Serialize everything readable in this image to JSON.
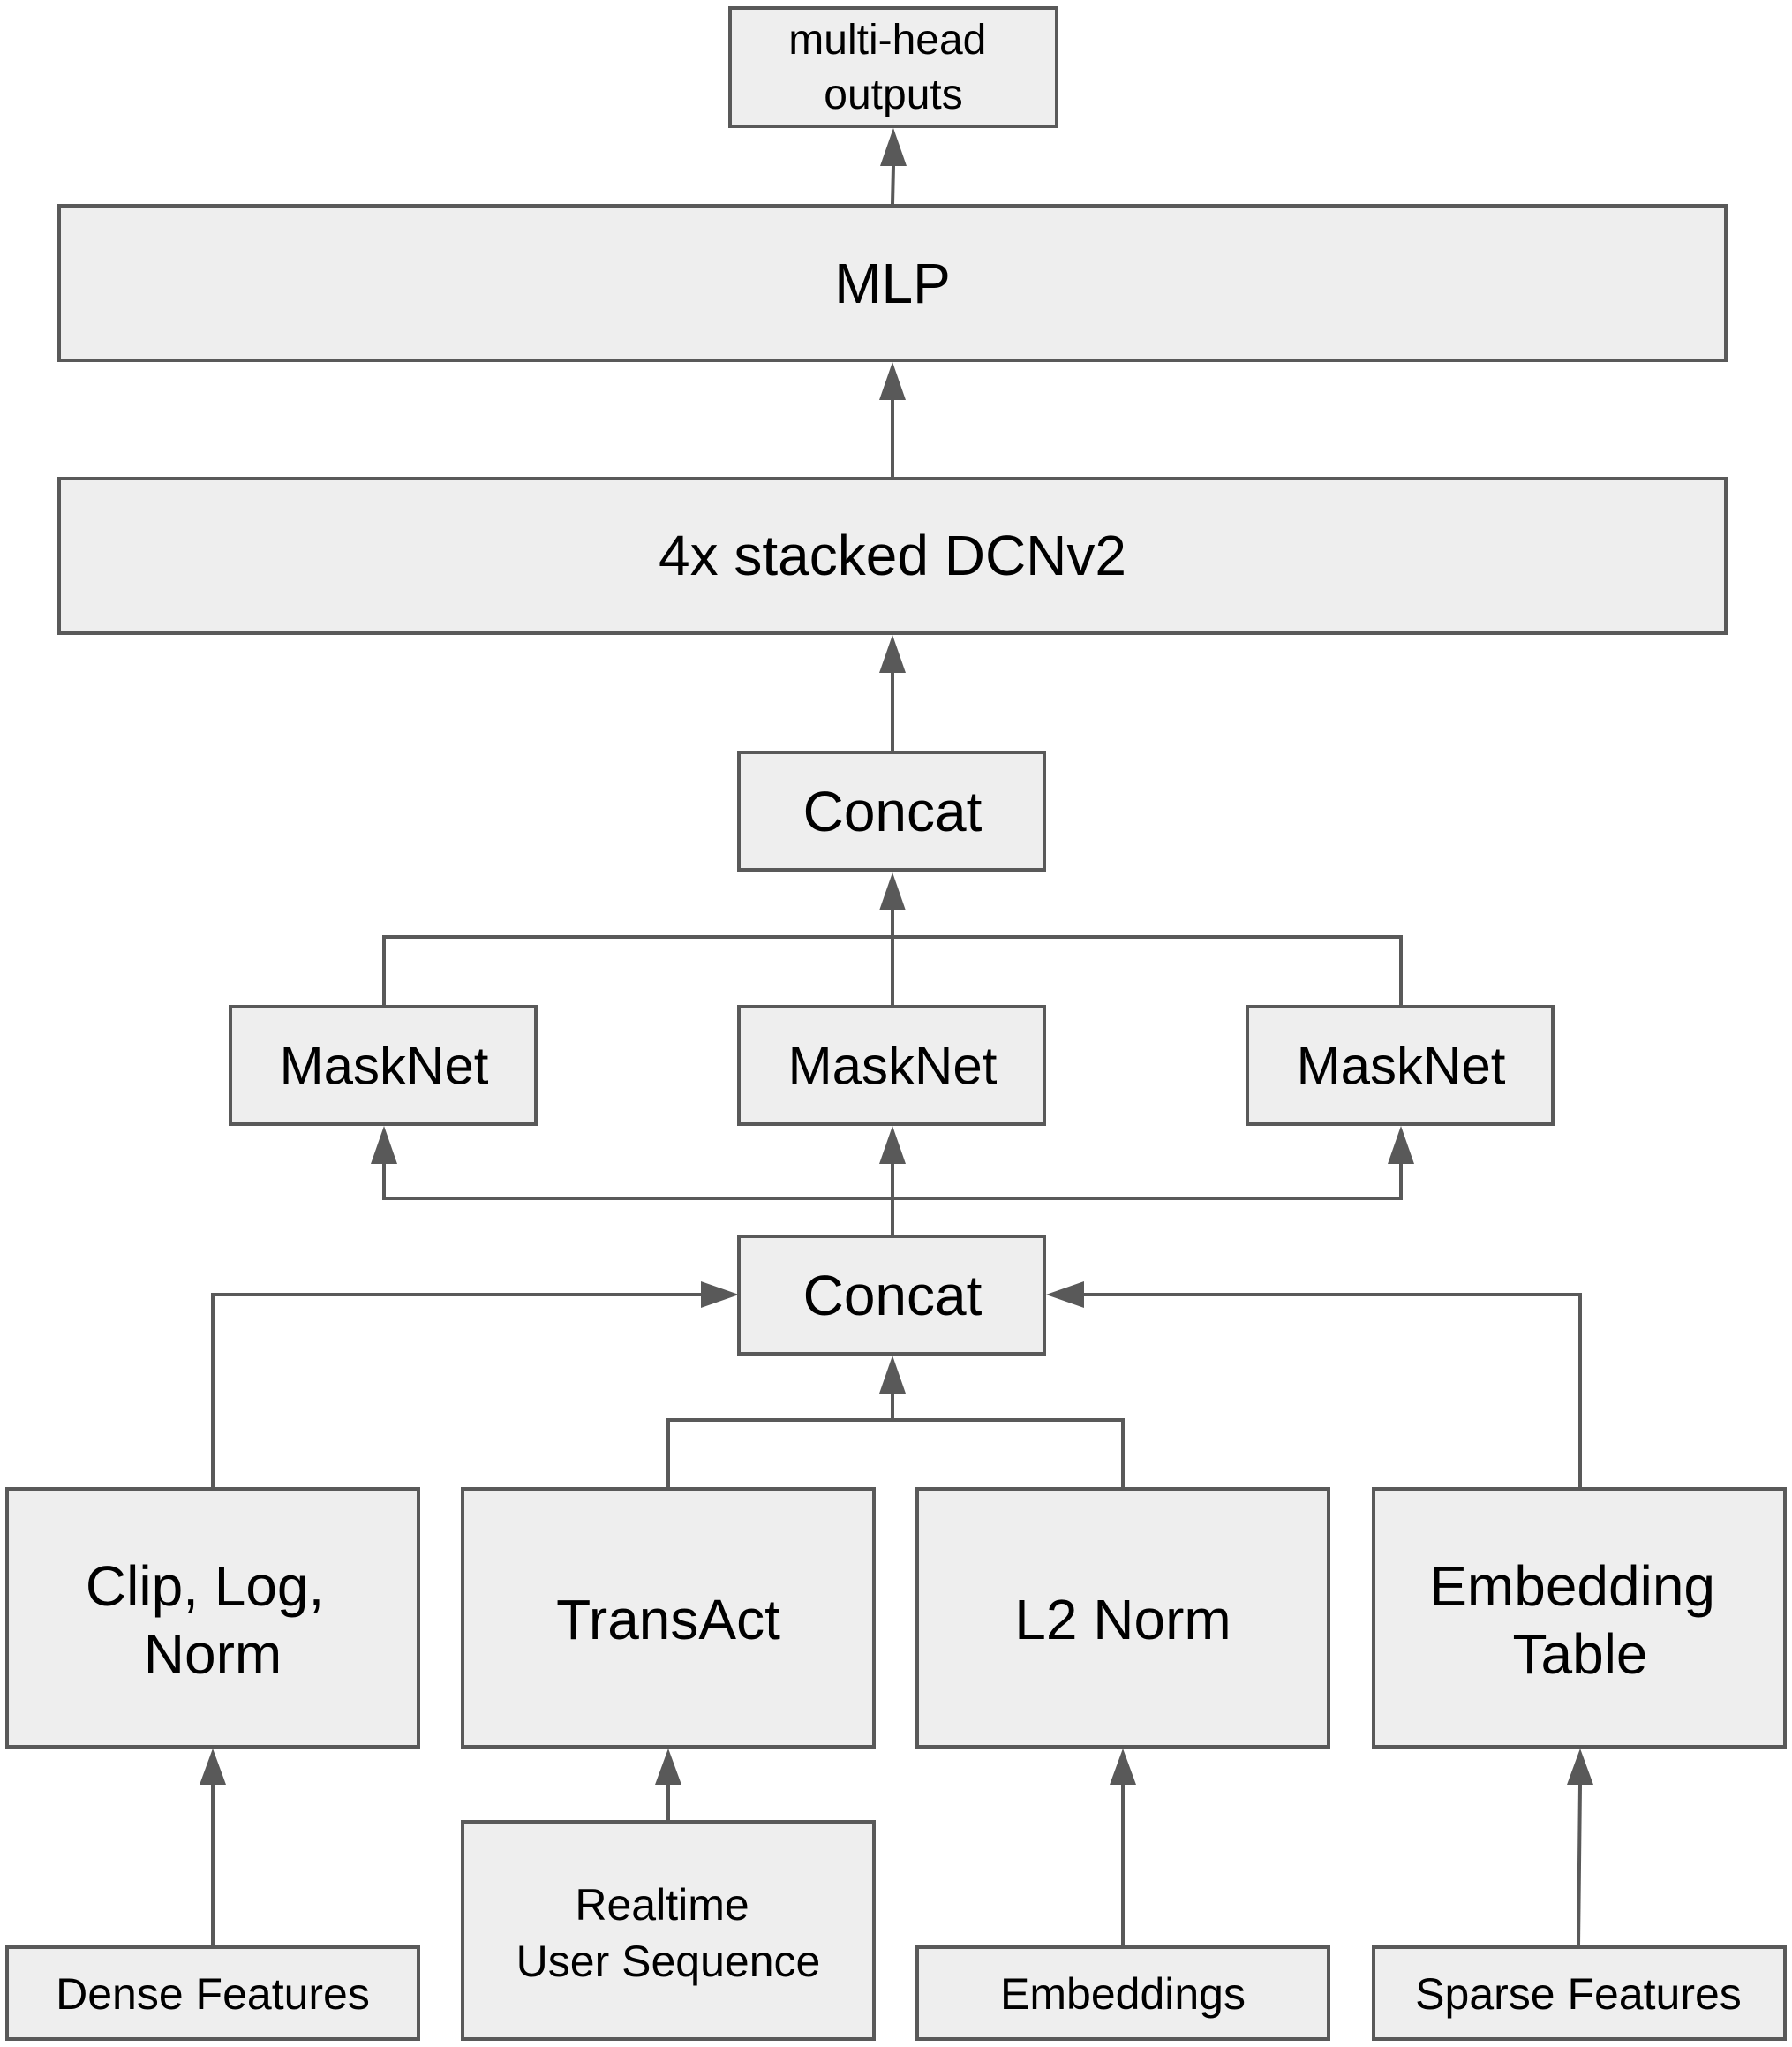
{
  "diagram": {
    "nodes": {
      "outputs": {
        "lines": [
          "multi-head",
          "outputs"
        ]
      },
      "mlp": {
        "lines": [
          "MLP"
        ]
      },
      "dcn": {
        "lines": [
          "4x stacked DCNv2"
        ]
      },
      "concat_top": {
        "lines": [
          "Concat"
        ]
      },
      "masknet_1": {
        "lines": [
          "MaskNet"
        ]
      },
      "masknet_2": {
        "lines": [
          "MaskNet"
        ]
      },
      "masknet_3": {
        "lines": [
          "MaskNet"
        ]
      },
      "concat_mid": {
        "lines": [
          "Concat"
        ]
      },
      "clip": {
        "lines": [
          "Clip, Log,",
          "Norm"
        ]
      },
      "transact": {
        "lines": [
          "TransAct"
        ]
      },
      "l2norm": {
        "lines": [
          "L2 Norm"
        ]
      },
      "embtable": {
        "lines": [
          "Embedding",
          "Table"
        ]
      },
      "dense": {
        "lines": [
          "Dense Features"
        ]
      },
      "realtime": {
        "lines": [
          "Realtime",
          "User Sequence"
        ]
      },
      "embeddings": {
        "lines": [
          "Embeddings"
        ]
      },
      "sparse": {
        "lines": [
          "Sparse Features"
        ]
      }
    },
    "edges": [
      {
        "from": "dense",
        "to": "clip"
      },
      {
        "from": "realtime",
        "to": "transact"
      },
      {
        "from": "embeddings",
        "to": "l2norm"
      },
      {
        "from": "sparse",
        "to": "embtable"
      },
      {
        "from": "clip",
        "to": "concat_mid"
      },
      {
        "from": "transact",
        "to": "concat_mid"
      },
      {
        "from": "l2norm",
        "to": "concat_mid"
      },
      {
        "from": "embtable",
        "to": "concat_mid"
      },
      {
        "from": "concat_mid",
        "to": "masknet_1"
      },
      {
        "from": "concat_mid",
        "to": "masknet_2"
      },
      {
        "from": "concat_mid",
        "to": "masknet_3"
      },
      {
        "from": "masknet_1",
        "to": "concat_top"
      },
      {
        "from": "masknet_2",
        "to": "concat_top"
      },
      {
        "from": "masknet_3",
        "to": "concat_top"
      },
      {
        "from": "concat_top",
        "to": "dcn"
      },
      {
        "from": "dcn",
        "to": "mlp"
      },
      {
        "from": "mlp",
        "to": "outputs"
      }
    ]
  },
  "colors": {
    "node_fill": "#eeeeee",
    "stroke": "#595959",
    "text": "#000000",
    "background": "#ffffff"
  }
}
